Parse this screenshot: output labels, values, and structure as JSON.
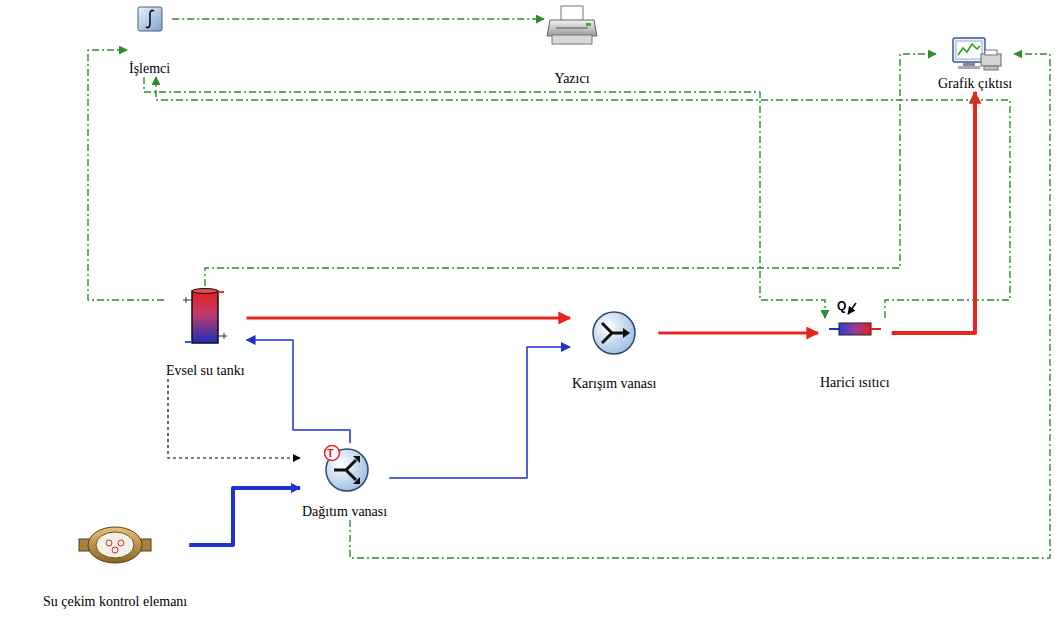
{
  "diagram": {
    "nodes": [
      {
        "text": [
          "İşlemci"
        ]
      },
      {
        "text": [
          "Yazıcı"
        ]
      },
      {
        "text": [
          "Grafik çıktısı"
        ]
      },
      {
        "text": [
          "Evsel su tankı"
        ]
      },
      {
        "text": [
          "Karışım vanası"
        ]
      },
      {
        "text": [
          "Harici ısıtıcı"
        ]
      },
      {
        "text": [
          "Dağıtım vanası"
        ]
      },
      {
        "text": [
          "Su çekim kontrol elemanı"
        ]
      }
    ],
    "edges": [
      {
        "from": 7,
        "to": 6,
        "arrow": "to"
      },
      {
        "from": 6,
        "to": 3,
        "arrow": "to"
      },
      {
        "from": 6,
        "to": 4,
        "arrow": "to"
      },
      {
        "from": 3,
        "to": 4,
        "arrow": "to"
      },
      {
        "from": 4,
        "to": 5,
        "arrow": "to"
      },
      {
        "from": 5,
        "to": 2,
        "arrow": "to"
      },
      {
        "from": 3,
        "to": 6,
        "arrow": "to"
      },
      {
        "from": 0,
        "to": 1,
        "arrow": "to"
      },
      {
        "from": 5,
        "to": 0,
        "arrow": "to"
      },
      {
        "from": 0,
        "to": 5,
        "arrow": "to"
      },
      {
        "from": 3,
        "to": 0,
        "arrow": "to"
      },
      {
        "from": 3,
        "to": 2,
        "arrow": "to"
      },
      {
        "from": 6,
        "to": 2,
        "arrow": "to"
      }
    ],
    "labels": [
      "T",
      "Q"
    ]
  }
}
